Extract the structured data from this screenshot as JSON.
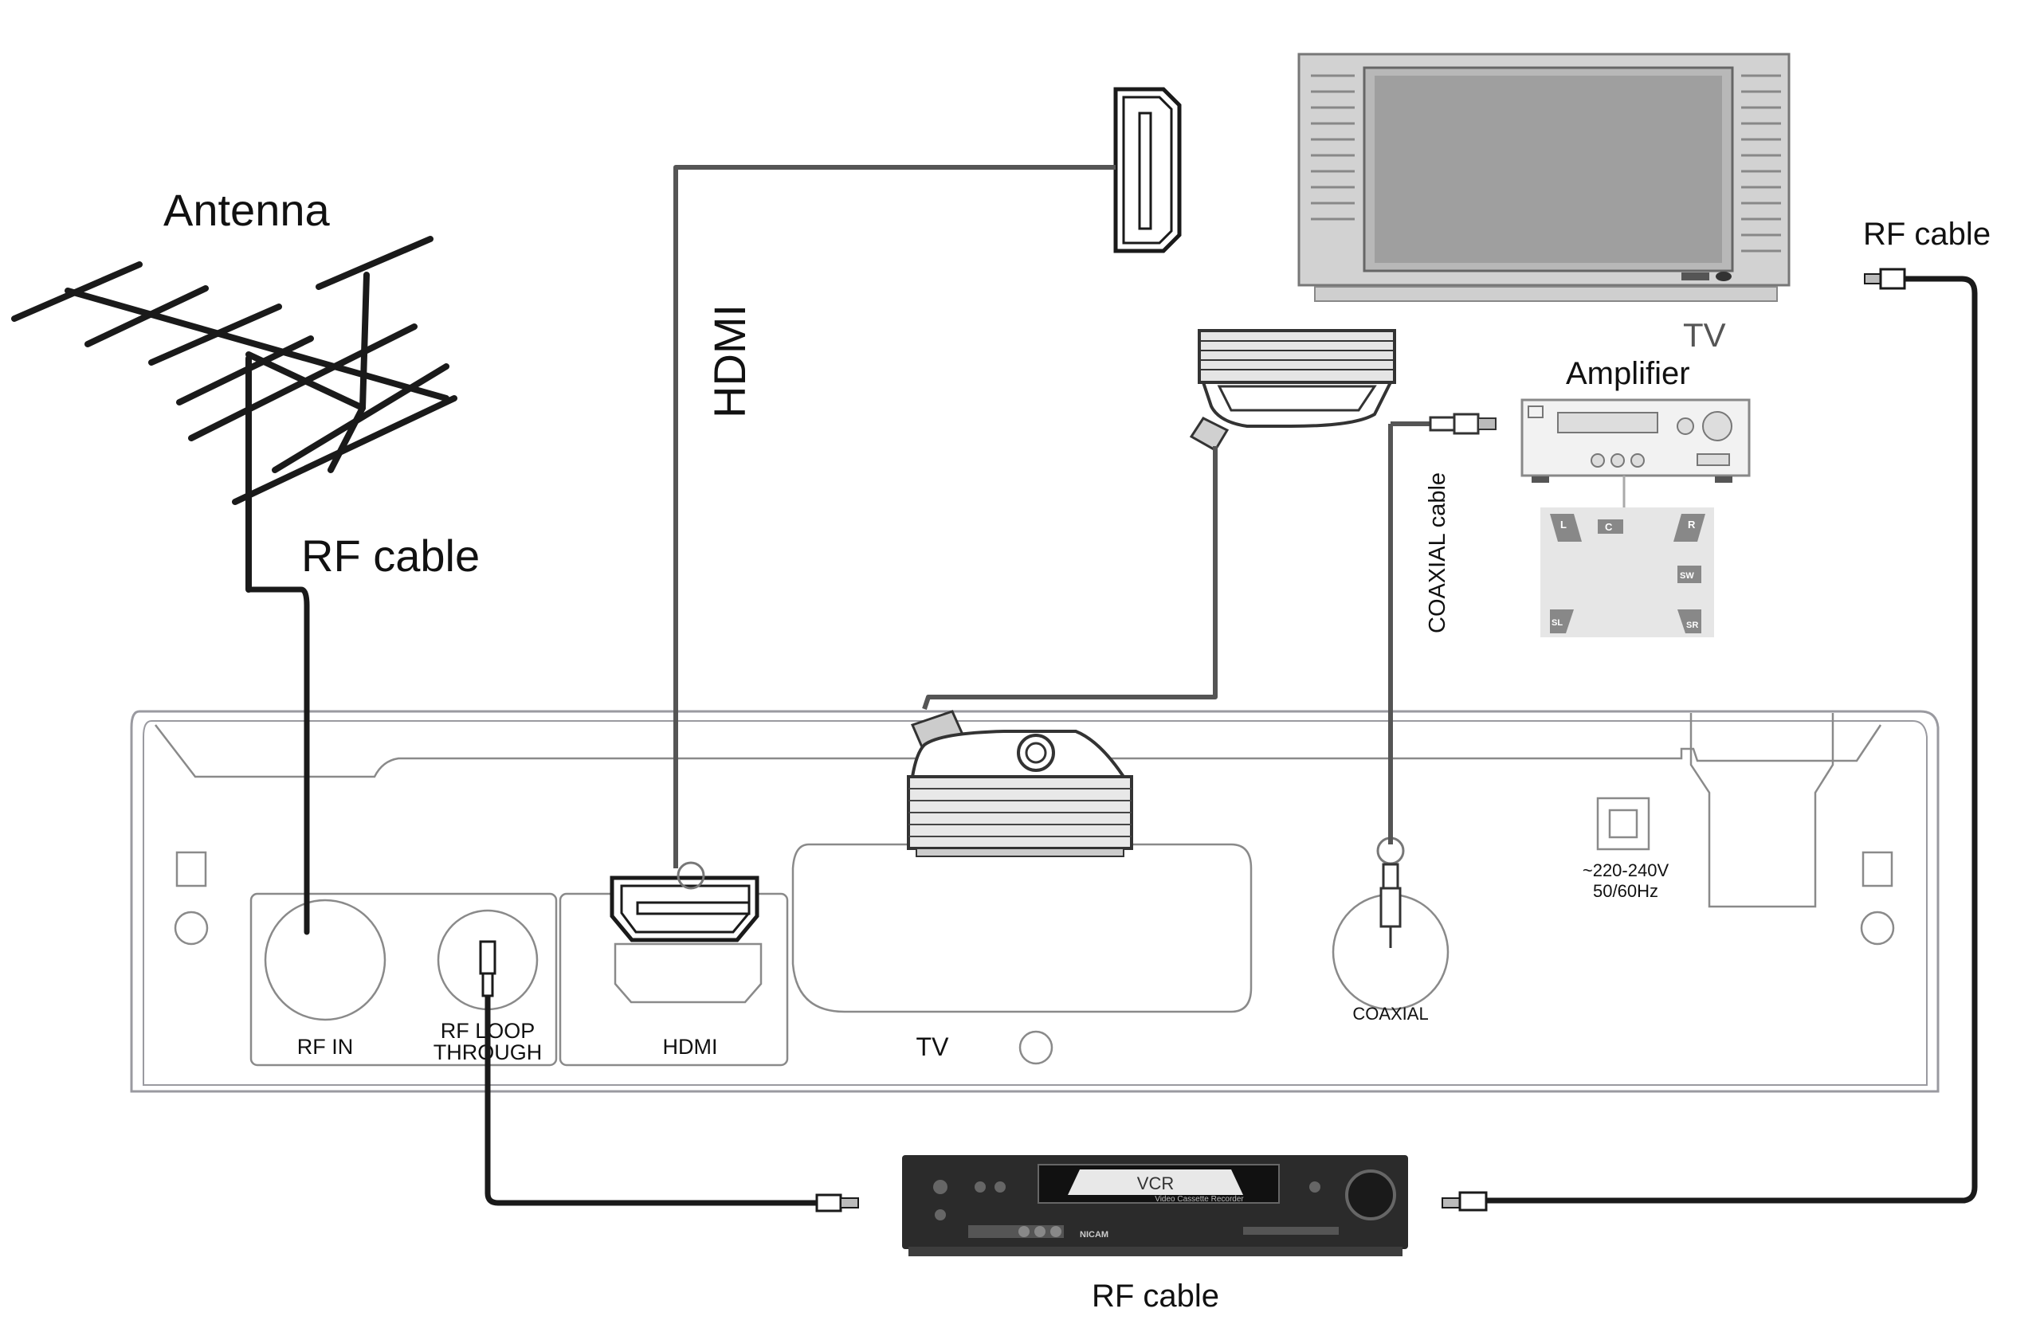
{
  "labels": {
    "antenna": "Antenna",
    "rf_cable_left": "RF cable",
    "hdmi_cable": "HDMI",
    "rf_cable_right": "RF cable",
    "tv": "TV",
    "amplifier": "Amplifier",
    "coaxial_cable": "COAXIAL cable",
    "rf_cable_bottom": "RF cable"
  },
  "panel": {
    "rf_in": "RF  IN",
    "rf_loop_line1": "RF  LOOP",
    "rf_loop_line2": "THROUGH",
    "hdmi": "HDMI",
    "tv": "TV",
    "coaxial": "COAXIAL",
    "power_line1": "~220-240V",
    "power_line2": "50/60Hz"
  },
  "vcr": {
    "badge": "VCR",
    "subtitle": "Video Cassette Recorder",
    "brand": "NICAM"
  },
  "speakers": {
    "left": "L",
    "center": "C",
    "right": "R",
    "subwoofer": "SW",
    "surround_left": "SL",
    "surround_right": "SR"
  },
  "colors": {
    "cable": "#1a1a1a",
    "outline": "#9a9aa0",
    "device_dark": "#2b2b2b"
  }
}
